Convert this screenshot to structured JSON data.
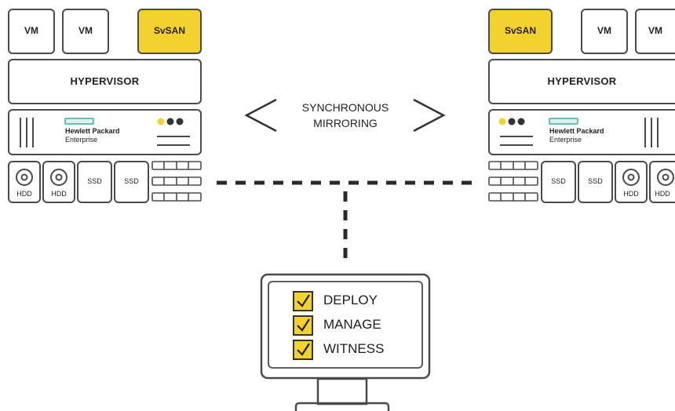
{
  "colors": {
    "accent": "#f3d230",
    "stroke": "#4a4a4a",
    "background": "#ffffff"
  },
  "left_server": {
    "vm1": "VM",
    "vm2": "VM",
    "svsan": "SvSAN",
    "hypervisor": "HYPERVISOR",
    "brand_line1": "Hewlett Packard",
    "brand_line2": "Enterprise",
    "disks": [
      "HDD",
      "HDD",
      "SSD",
      "SSD"
    ]
  },
  "right_server": {
    "svsan": "SvSAN",
    "vm1": "VM",
    "vm2": "VM",
    "hypervisor": "HYPERVISOR",
    "brand_line1": "Hewlett Packard",
    "brand_line2": "Enterprise",
    "disks": [
      "SSD",
      "SSD",
      "HDD",
      "HDD"
    ]
  },
  "mirroring": {
    "line1": "SYNCHRONOUS",
    "line2": "MIRRORING"
  },
  "monitor": {
    "tasks": [
      "DEPLOY",
      "MANAGE",
      "WITNESS"
    ]
  }
}
